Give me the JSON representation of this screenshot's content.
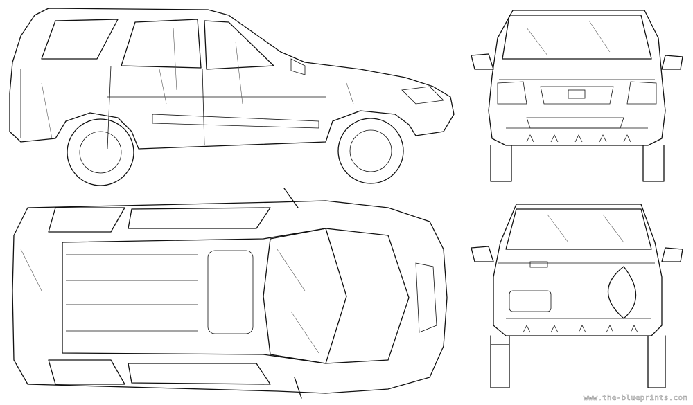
{
  "title": "Car blueprint - side, front, top and rear views",
  "views": [
    "side-view",
    "front-view",
    "top-view",
    "rear-view"
  ],
  "watermark": "www.the-blueprints.com"
}
